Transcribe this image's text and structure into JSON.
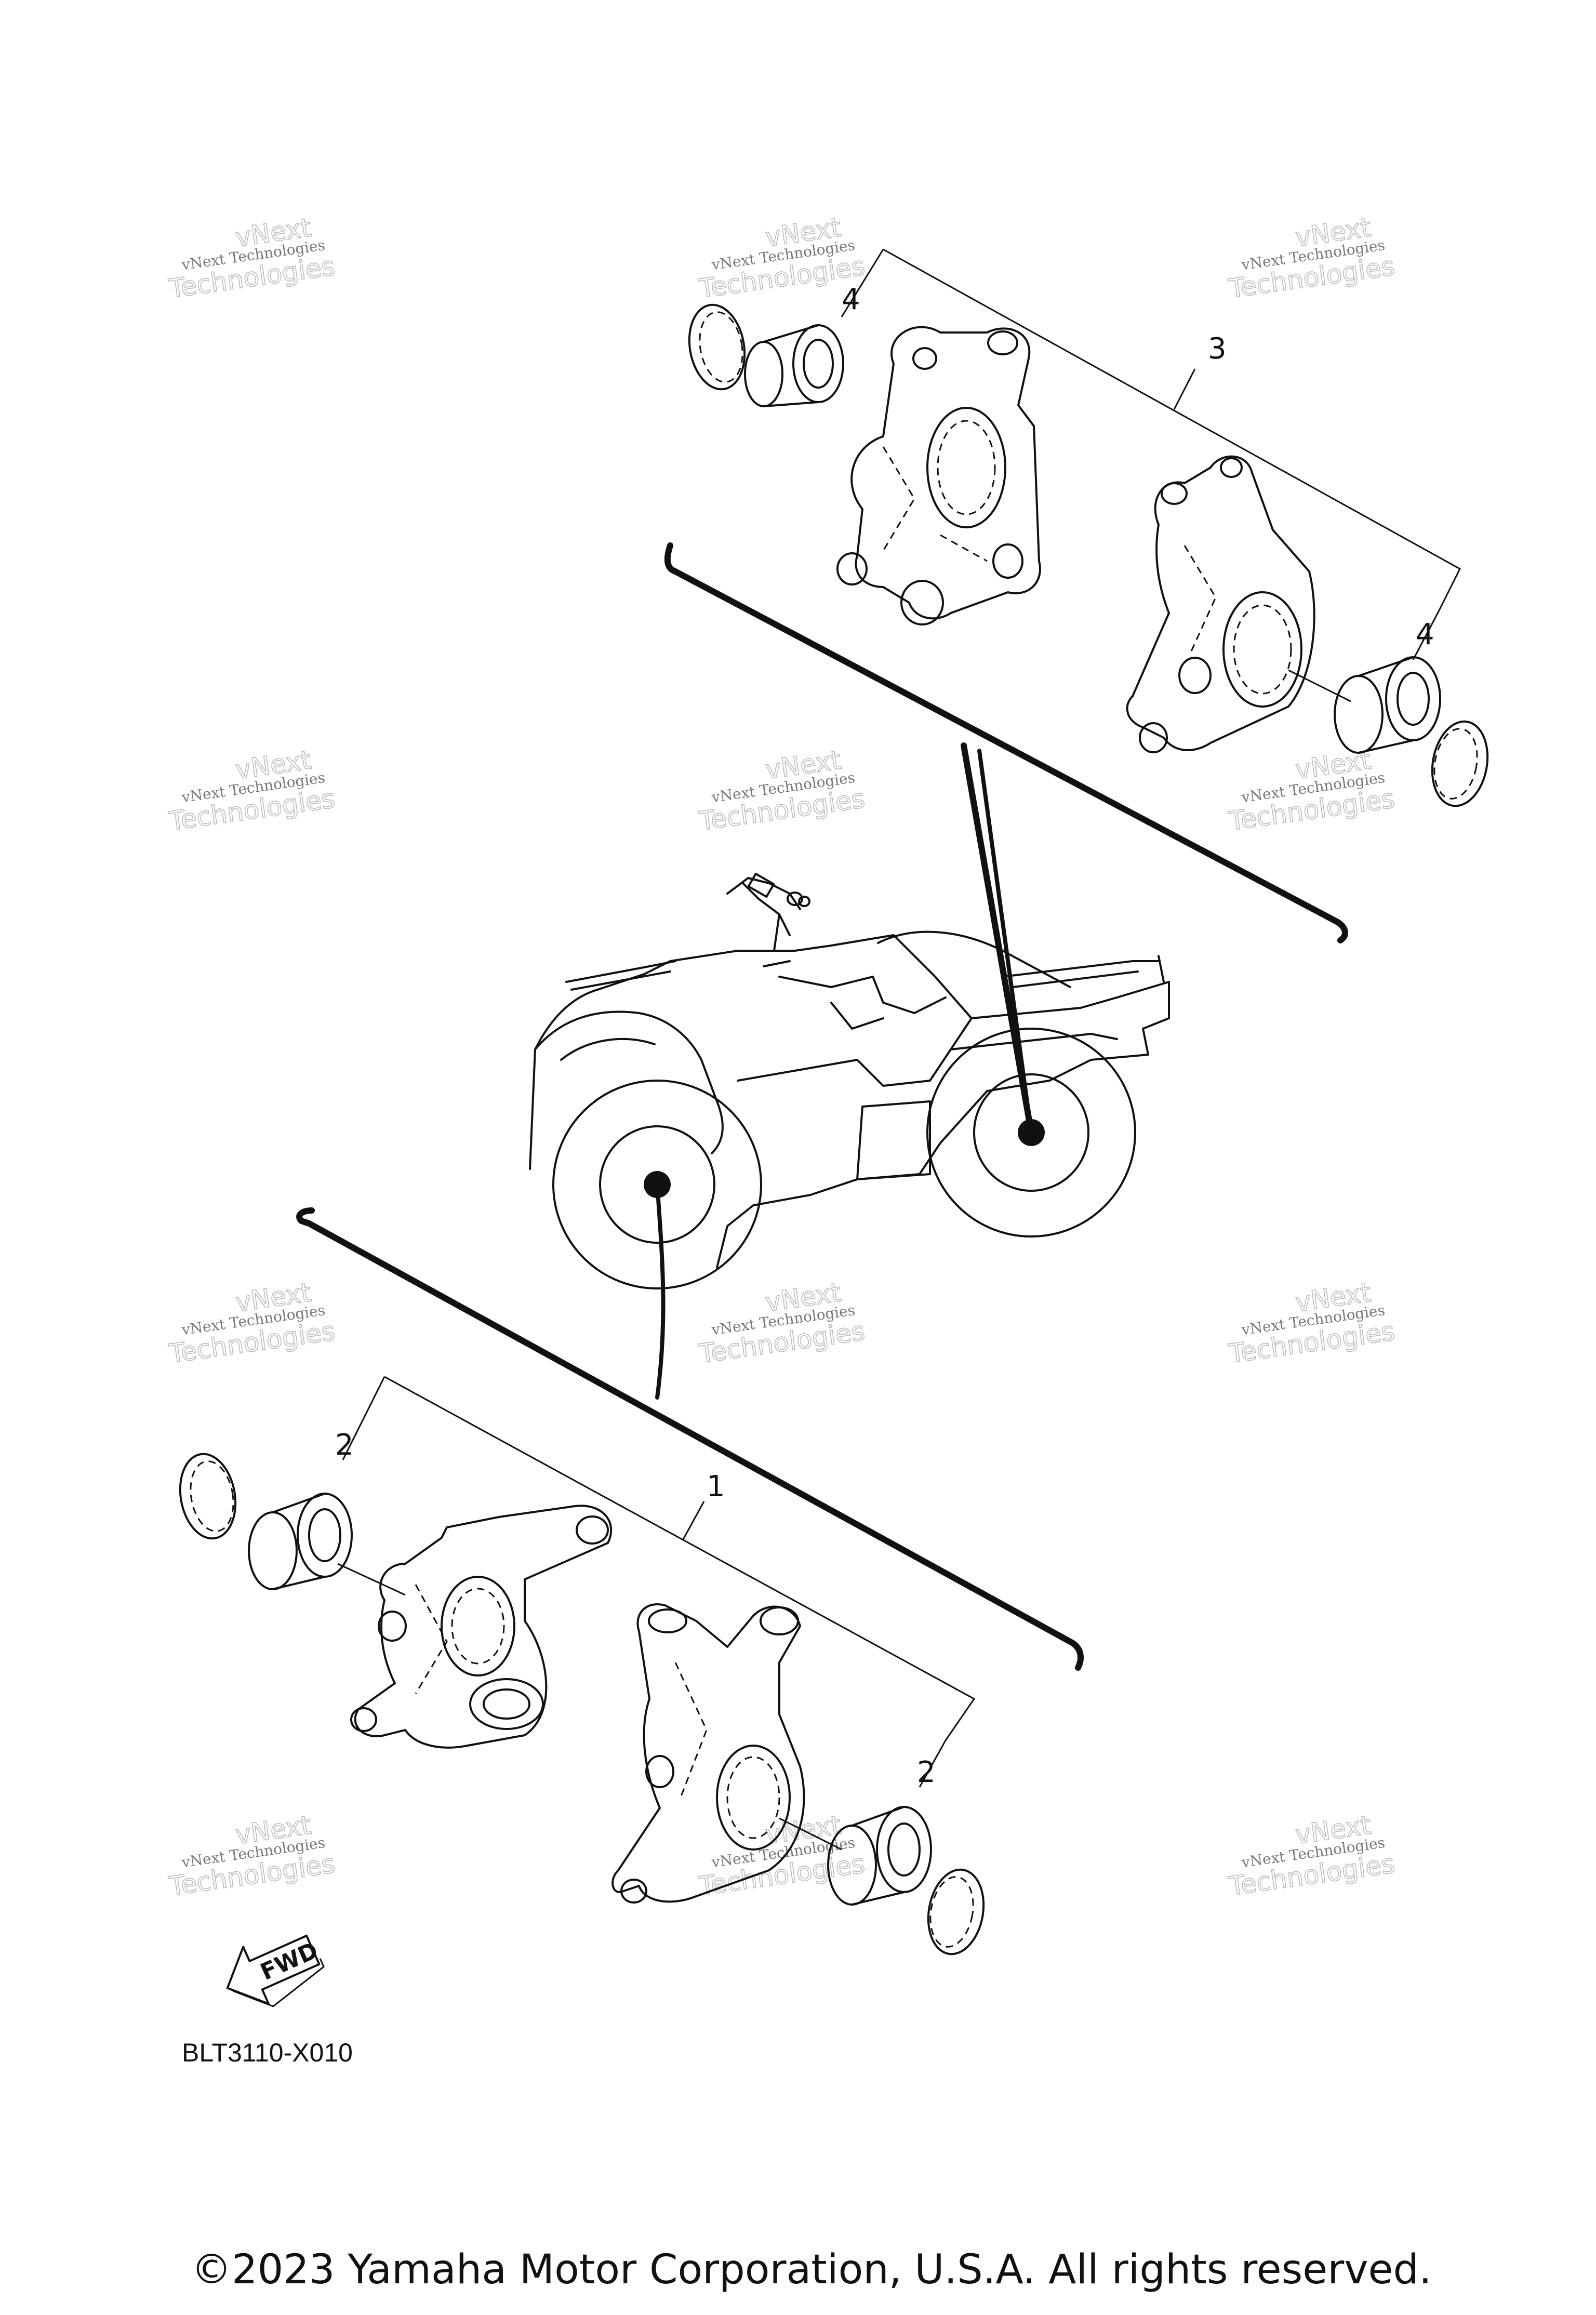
{
  "diagram": {
    "callouts": [
      "1",
      "2",
      "2",
      "3",
      "4",
      "4"
    ],
    "drawing_code": "BLT3110-X010",
    "fwd_label": "FWD",
    "copyright": "©2023 Yamaha Motor Corporation, U.S.A. All rights reserved.",
    "watermark": {
      "line1": "vNext Technologies",
      "line2": "Technologies",
      "line3": "vNext"
    }
  }
}
